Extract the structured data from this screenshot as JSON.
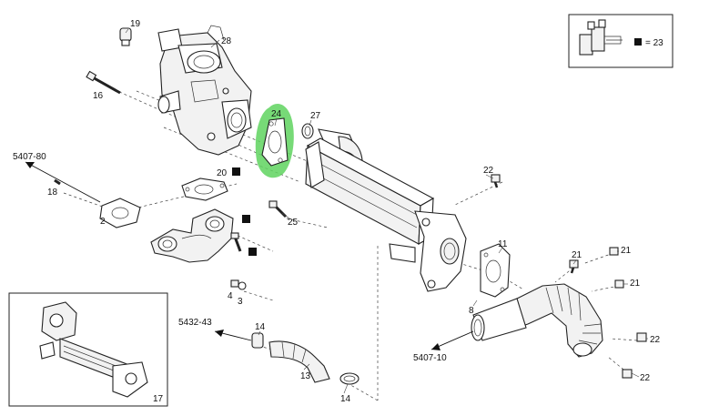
{
  "callouts": {
    "c19": "19",
    "c28": "28",
    "c16": "16",
    "c24": "24",
    "c27": "27",
    "c20": "20",
    "c18": "18",
    "c2": "2",
    "c25": "25",
    "c22a": "22",
    "c11": "11",
    "c21a": "21",
    "c21b": "21",
    "c21c": "21",
    "c8": "8",
    "c4": "4",
    "c3": "3",
    "c14a": "14",
    "c13": "13",
    "c14b": "14",
    "c22b": "22",
    "c22c": "22",
    "c17": "17"
  },
  "references": {
    "ref_5407_80": "5407-80",
    "ref_5432_43": "5432-43",
    "ref_5407_10": "5407-10"
  },
  "legend": {
    "equals_label": "= 23"
  },
  "colors": {
    "highlight": "#5fd35f",
    "marker": "#111111"
  }
}
